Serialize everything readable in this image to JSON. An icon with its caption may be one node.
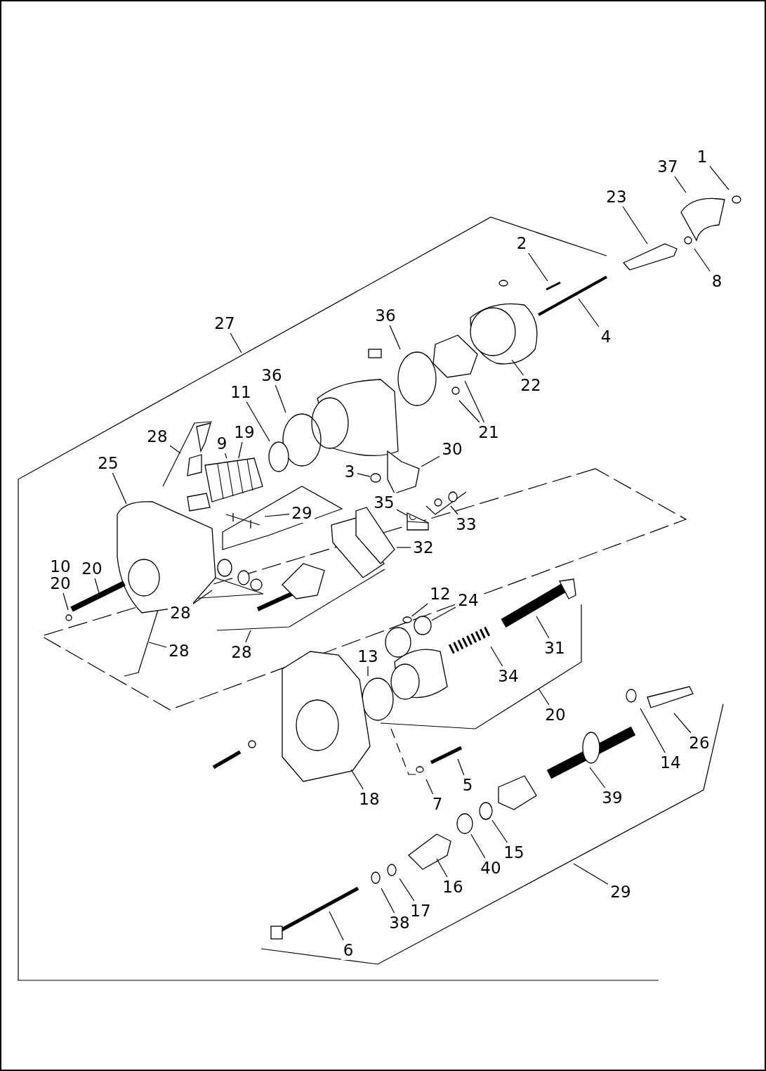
{
  "diagram": {
    "nodes": [
      {
        "text": [
          "1"
        ]
      },
      {
        "text": [
          "37"
        ]
      },
      {
        "text": [
          "23"
        ]
      },
      {
        "text": [
          "2"
        ]
      },
      {
        "text": [
          "8"
        ]
      },
      {
        "text": [
          "36"
        ]
      },
      {
        "text": [
          "27"
        ]
      },
      {
        "text": [
          "4"
        ]
      },
      {
        "text": [
          "36"
        ]
      },
      {
        "text": [
          "22"
        ]
      },
      {
        "text": [
          "11"
        ]
      },
      {
        "text": [
          "19"
        ]
      },
      {
        "text": [
          "21"
        ]
      },
      {
        "text": [
          "28"
        ]
      },
      {
        "text": [
          "9"
        ]
      },
      {
        "text": [
          "30"
        ]
      },
      {
        "text": [
          "25"
        ]
      },
      {
        "text": [
          "3"
        ]
      },
      {
        "text": [
          "35"
        ]
      },
      {
        "text": [
          "29"
        ]
      },
      {
        "text": [
          "33"
        ]
      },
      {
        "text": [
          "32"
        ]
      },
      {
        "text": [
          "10"
        ]
      },
      {
        "text": [
          "20"
        ]
      },
      {
        "text": [
          "20"
        ]
      },
      {
        "text": [
          "12"
        ]
      },
      {
        "text": [
          "24"
        ]
      },
      {
        "text": [
          "28"
        ]
      },
      {
        "text": [
          "31"
        ]
      },
      {
        "text": [
          "28"
        ]
      },
      {
        "text": [
          "28"
        ]
      },
      {
        "text": [
          "13"
        ]
      },
      {
        "text": [
          "34"
        ]
      },
      {
        "text": [
          "20"
        ]
      },
      {
        "text": [
          "26"
        ]
      },
      {
        "text": [
          "14"
        ]
      },
      {
        "text": [
          "5"
        ]
      },
      {
        "text": [
          "18"
        ]
      },
      {
        "text": [
          "7"
        ]
      },
      {
        "text": [
          "39"
        ]
      },
      {
        "text": [
          "15"
        ]
      },
      {
        "text": [
          "40"
        ]
      },
      {
        "text": [
          "16"
        ]
      },
      {
        "text": [
          "17"
        ]
      },
      {
        "text": [
          "38"
        ]
      },
      {
        "text": [
          "29"
        ]
      },
      {
        "text": [
          "6"
        ]
      },
      {
        "text": [],
        "shape": "circle"
      },
      {
        "text": [],
        "shape": "picture"
      },
      {
        "text": [],
        "shape": "circle"
      },
      {
        "text": [],
        "shape": "picture"
      },
      {
        "text": [],
        "shape": "circle"
      },
      {
        "text": [],
        "shape": "circle"
      },
      {
        "text": [],
        "shape": "circle"
      },
      {
        "text": [],
        "shape": "circle"
      }
    ],
    "edges": [
      {
        "from": 0,
        "to": null,
        "arrow": "none"
      },
      {
        "from": 1,
        "to": null,
        "arrow": "none"
      },
      {
        "from": 2,
        "to": null,
        "arrow": "none"
      },
      {
        "from": 3,
        "to": null,
        "arrow": "none"
      },
      {
        "from": 4,
        "to": null,
        "arrow": "none"
      },
      {
        "from": 5,
        "to": null,
        "arrow": "none"
      },
      {
        "from": 6,
        "to": null,
        "arrow": "none"
      },
      {
        "from": 7,
        "to": null,
        "arrow": "none"
      },
      {
        "from": 8,
        "to": null,
        "arrow": "none"
      },
      {
        "from": 9,
        "to": null,
        "arrow": "none"
      },
      {
        "from": 10,
        "to": 47,
        "arrow": "none"
      },
      {
        "from": 11,
        "to": 48,
        "arrow": "none"
      },
      {
        "from": 12,
        "to": null,
        "arrow": "none"
      },
      {
        "from": 12,
        "to": null,
        "arrow": "none"
      },
      {
        "from": 13,
        "to": null,
        "arrow": "none"
      },
      {
        "from": 14,
        "to": 48,
        "arrow": "none"
      },
      {
        "from": 15,
        "to": null,
        "arrow": "none"
      },
      {
        "from": 16,
        "to": null,
        "arrow": "none"
      },
      {
        "from": 17,
        "to": 49,
        "arrow": "none"
      },
      {
        "from": 18,
        "to": 50,
        "arrow": "none"
      },
      {
        "from": 19,
        "to": null,
        "arrow": "none"
      },
      {
        "from": 20,
        "to": null,
        "arrow": "none"
      },
      {
        "from": 21,
        "to": null,
        "arrow": "none"
      },
      {
        "from": 23,
        "to": null,
        "arrow": "none"
      },
      {
        "from": 24,
        "to": null,
        "arrow": "none"
      },
      {
        "from": 25,
        "to": 54,
        "arrow": "none"
      },
      {
        "from": 26,
        "to": 51,
        "arrow": "none"
      },
      {
        "from": 27,
        "to": null,
        "arrow": "none"
      },
      {
        "from": 28,
        "to": null,
        "arrow": "none"
      },
      {
        "from": 29,
        "to": null,
        "arrow": "none"
      },
      {
        "from": 30,
        "to": null,
        "arrow": "none"
      },
      {
        "from": 31,
        "to": null,
        "arrow": "none"
      },
      {
        "from": 32,
        "to": null,
        "arrow": "none"
      },
      {
        "from": 33,
        "to": null,
        "arrow": "none"
      },
      {
        "from": 34,
        "to": null,
        "arrow": "none"
      },
      {
        "from": 35,
        "to": null,
        "arrow": "none"
      },
      {
        "from": 36,
        "to": null,
        "arrow": "none"
      },
      {
        "from": 37,
        "to": null,
        "arrow": "none"
      },
      {
        "from": 38,
        "to": null,
        "arrow": "none"
      },
      {
        "from": 39,
        "to": null,
        "arrow": "none"
      },
      {
        "from": 40,
        "to": 52,
        "arrow": "none"
      },
      {
        "from": 41,
        "to": 53,
        "arrow": "none"
      },
      {
        "from": 42,
        "to": null,
        "arrow": "none"
      },
      {
        "from": 43,
        "to": null,
        "arrow": "none"
      },
      {
        "from": 44,
        "to": null,
        "arrow": "none"
      },
      {
        "from": 45,
        "to": null,
        "arrow": "none"
      },
      {
        "from": 46,
        "to": null,
        "arrow": "none"
      }
    ]
  }
}
